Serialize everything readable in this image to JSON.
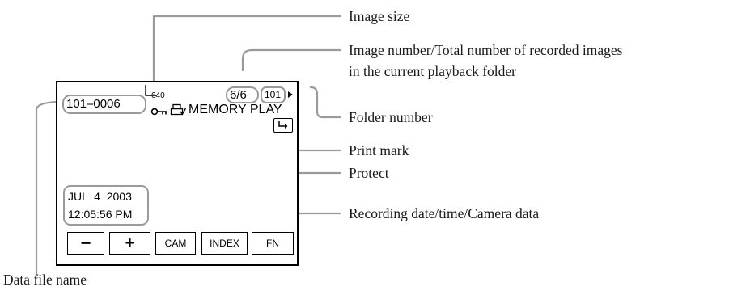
{
  "screen": {
    "image_size_value": "640",
    "image_counter": "6/6",
    "folder_number": "101",
    "data_file_name": "101–0006",
    "mode_label": "MEMORY PLAY",
    "protect_icon": "key-icon",
    "print_mark_icon": "print-mark-icon",
    "folder_up_icon": "return-arrow-icon",
    "date": "JUL  4  2003",
    "time": "12:05:56 PM",
    "buttons": {
      "minus": "−",
      "plus": "+",
      "cam": "CAM",
      "index": "INDEX",
      "fn": "FN"
    }
  },
  "callouts": {
    "image_size": "Image size",
    "image_number_line1": "Image number/Total number of recorded images",
    "image_number_line2": "in the current playback folder",
    "folder_number": "Folder number",
    "print_mark": "Print mark",
    "protect": "Protect",
    "recording_date": "Recording date/time/Camera data",
    "data_file_name": "Data file name"
  },
  "colors": {
    "leader_line": "#9a9a9a",
    "screen_border": "#000000"
  }
}
